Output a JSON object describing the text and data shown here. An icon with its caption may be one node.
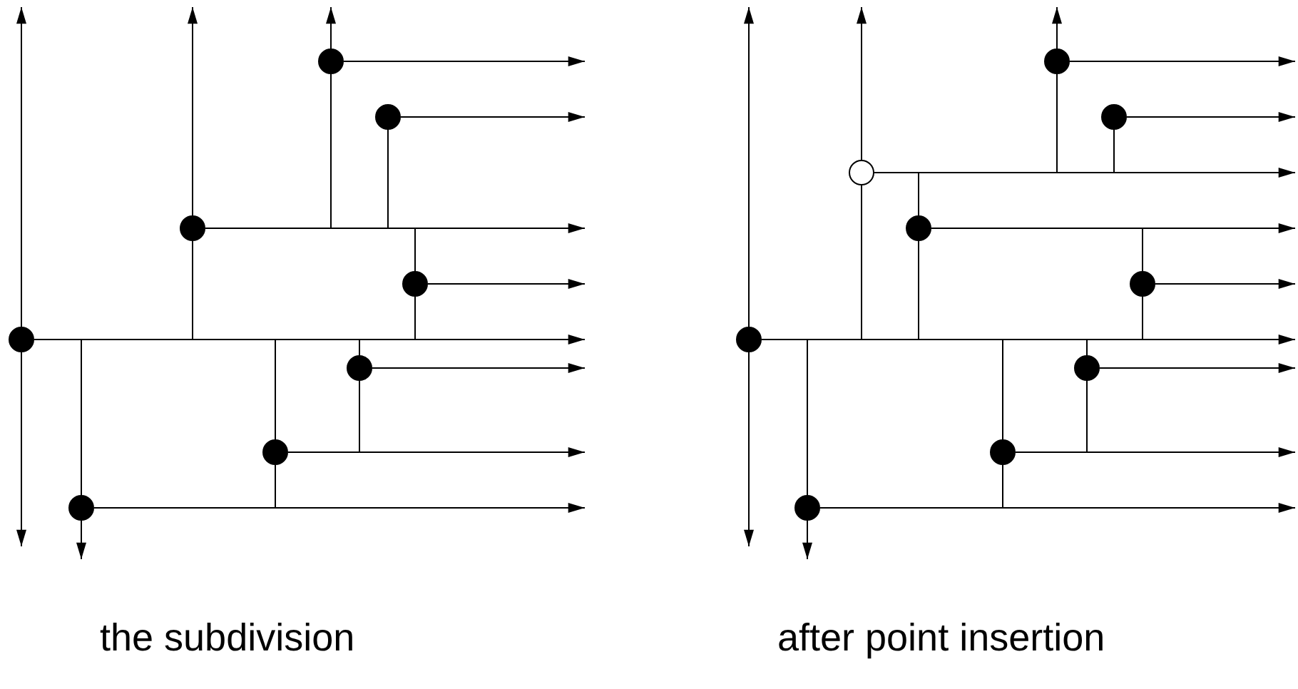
{
  "diagram": {
    "nodes": [
      {
        "text": [],
        "shape": "circle"
      },
      {
        "text": [],
        "shape": "circle"
      },
      {
        "text": [],
        "shape": "circle"
      },
      {
        "text": [],
        "shape": "circle"
      },
      {
        "text": [],
        "shape": "circle"
      },
      {
        "text": [],
        "shape": "circle"
      },
      {
        "text": [],
        "shape": "circle"
      },
      {
        "text": [],
        "shape": "circle"
      },
      {
        "text": [],
        "shape": "circle"
      },
      {
        "text": [],
        "shape": "circle"
      },
      {
        "text": [],
        "shape": "circle"
      },
      {
        "text": [],
        "shape": "circle"
      },
      {
        "text": [],
        "shape": "circle"
      },
      {
        "text": [],
        "shape": "circle"
      },
      {
        "text": [],
        "shape": "circle"
      },
      {
        "text": [],
        "shape": "circle"
      },
      {
        "text": [],
        "shape": "circle"
      }
    ],
    "edges": [
      {
        "from": 0,
        "to": null,
        "arrow": "to"
      },
      {
        "from": 0,
        "to": null,
        "arrow": "to"
      },
      {
        "from": 1,
        "to": null,
        "arrow": "to"
      },
      {
        "from": 2,
        "to": null,
        "arrow": "to"
      },
      {
        "from": 2,
        "to": null,
        "arrow": "to"
      },
      {
        "from": 3,
        "to": null,
        "arrow": "to"
      },
      {
        "from": 4,
        "to": null,
        "arrow": "to"
      },
      {
        "from": 4,
        "to": null,
        "arrow": "to"
      },
      {
        "from": 4,
        "to": null,
        "arrow": "to"
      },
      {
        "from": 5,
        "to": null,
        "arrow": "to"
      },
      {
        "from": 6,
        "to": null,
        "arrow": "to"
      },
      {
        "from": 7,
        "to": null,
        "arrow": "to"
      },
      {
        "from": 7,
        "to": null,
        "arrow": "to"
      },
      {
        "from": 8,
        "to": null,
        "arrow": "to"
      },
      {
        "from": 8,
        "to": null,
        "arrow": "to"
      },
      {
        "from": 9,
        "to": null,
        "arrow": "to"
      },
      {
        "from": 10,
        "to": null,
        "arrow": "to"
      },
      {
        "from": 10,
        "to": null,
        "arrow": "to"
      },
      {
        "from": 11,
        "to": null,
        "arrow": "to"
      },
      {
        "from": 12,
        "to": null,
        "arrow": "to"
      },
      {
        "from": 13,
        "to": null,
        "arrow": "to"
      },
      {
        "from": 13,
        "to": null,
        "arrow": "to"
      },
      {
        "from": 13,
        "to": null,
        "arrow": "to"
      },
      {
        "from": 14,
        "to": null,
        "arrow": "to"
      },
      {
        "from": 15,
        "to": null,
        "arrow": "to"
      },
      {
        "from": 16,
        "to": null,
        "arrow": "to"
      },
      {
        "from": 16,
        "to": null,
        "arrow": "to"
      },
      {
        "from": 0,
        "to": null,
        "arrow": "none"
      },
      {
        "from": 1,
        "to": null,
        "arrow": "none"
      },
      {
        "from": 2,
        "to": null,
        "arrow": "none"
      },
      {
        "from": 3,
        "to": null,
        "arrow": "none"
      },
      {
        "from": 3,
        "to": null,
        "arrow": "none"
      },
      {
        "from": 5,
        "to": null,
        "arrow": "none"
      },
      {
        "from": 5,
        "to": null,
        "arrow": "none"
      },
      {
        "from": 6,
        "to": null,
        "arrow": "none"
      },
      {
        "from": 6,
        "to": null,
        "arrow": "none"
      },
      {
        "from": 7,
        "to": null,
        "arrow": "none"
      },
      {
        "from": 8,
        "to": null,
        "arrow": "none"
      },
      {
        "from": 9,
        "to": null,
        "arrow": "none"
      },
      {
        "from": 10,
        "to": null,
        "arrow": "none"
      },
      {
        "from": 11,
        "to": null,
        "arrow": "none"
      },
      {
        "from": 11,
        "to": null,
        "arrow": "none"
      },
      {
        "from": 12,
        "to": null,
        "arrow": "none"
      },
      {
        "from": 12,
        "to": null,
        "arrow": "none"
      },
      {
        "from": 14,
        "to": null,
        "arrow": "none"
      },
      {
        "from": 14,
        "to": null,
        "arrow": "none"
      },
      {
        "from": 15,
        "to": null,
        "arrow": "none"
      },
      {
        "from": 15,
        "to": null,
        "arrow": "none"
      },
      {
        "from": 16,
        "to": null,
        "arrow": "none"
      }
    ],
    "labels": [
      "the subdivision",
      "after point insertion"
    ]
  }
}
